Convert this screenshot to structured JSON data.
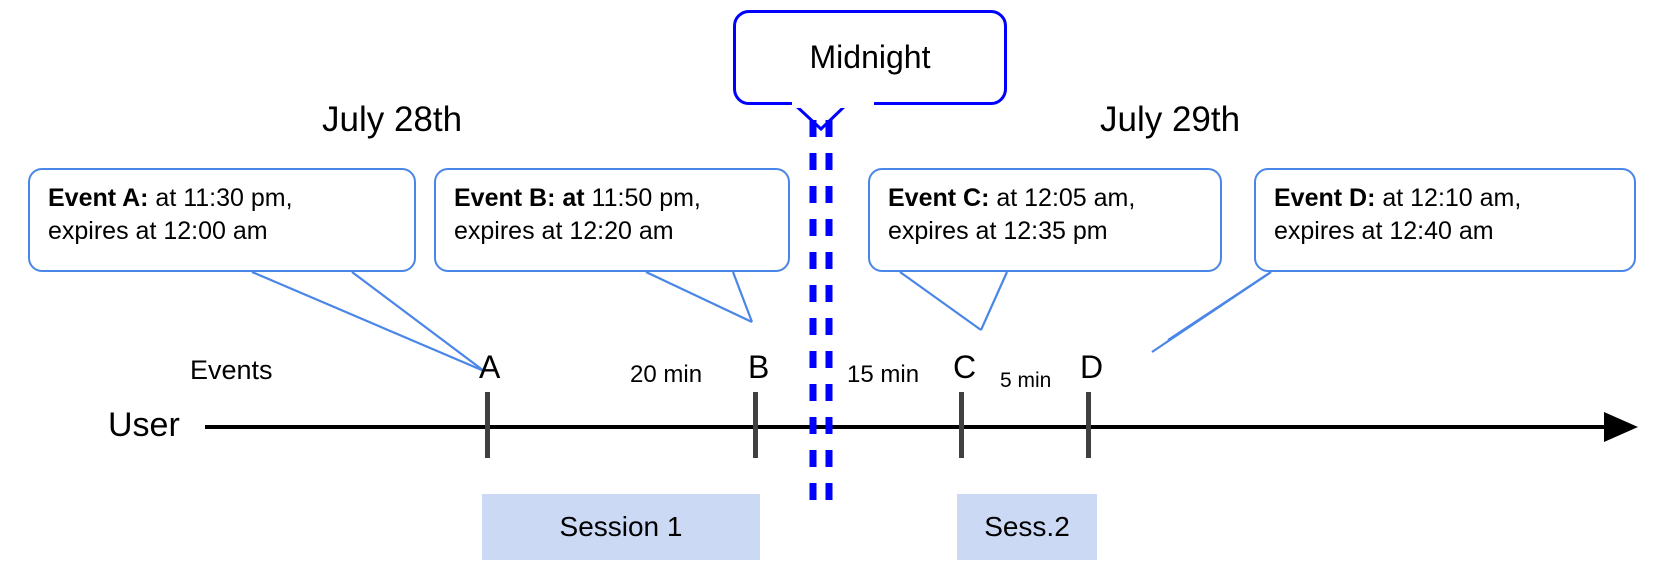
{
  "diagram": {
    "title_bubble": {
      "label": "Midnight"
    },
    "dates": [
      {
        "label": "July 28th"
      },
      {
        "label": "July 29th"
      }
    ],
    "rows": {
      "events_label": "Events",
      "user_label": "User"
    },
    "callouts": [
      {
        "id": "event-a",
        "bold": "Event A:",
        "rest": " at 11:30 pm,",
        "line2": "expires at 12:00 am"
      },
      {
        "id": "event-b",
        "bold": "Event B: at",
        "rest": " 11:50 pm,",
        "line2": "expires at 12:20 am"
      },
      {
        "id": "event-c",
        "bold": "Event C:",
        "rest": " at 12:05 am,",
        "line2": "expires at 12:35 pm"
      },
      {
        "id": "event-d",
        "bold": "Event D:",
        "rest": "  at 12:10 am,",
        "line2": "expires at 12:40 am"
      }
    ],
    "ticks": [
      {
        "id": "a",
        "label": "A"
      },
      {
        "id": "b",
        "label": "B"
      },
      {
        "id": "c",
        "label": "C"
      },
      {
        "id": "d",
        "label": "D"
      }
    ],
    "gaps": [
      {
        "id": "a-to-b",
        "label": "20 min"
      },
      {
        "id": "b-to-c",
        "label": "15 min"
      },
      {
        "id": "c-to-d",
        "label": "5 min"
      }
    ],
    "sessions": [
      {
        "id": "session-1",
        "label": "Session 1"
      },
      {
        "id": "session-2",
        "label": "Sess.2"
      }
    ],
    "colors": {
      "callout_border": "#4a86e8",
      "midnight_border": "#0000ff",
      "midnight_line": "#0000ff",
      "session_fill": "#ccd9f5",
      "axis": "#000000",
      "tick": "#404040",
      "text": "#000000"
    }
  }
}
